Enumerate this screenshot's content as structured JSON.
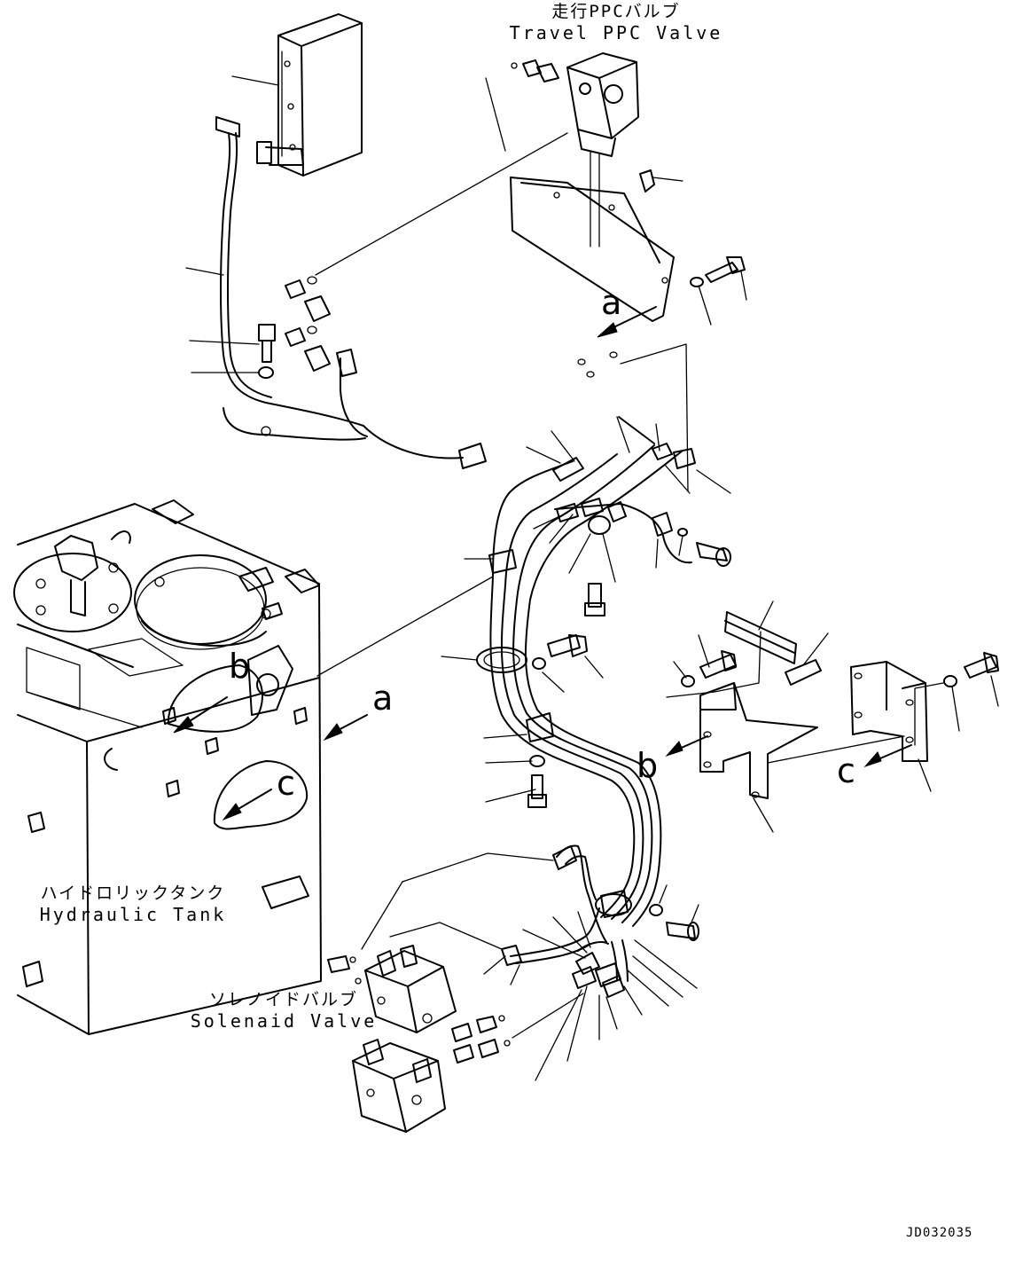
{
  "labels": {
    "travel_ppc_valve": {
      "ja": "走行PPCバルブ",
      "en": "Travel PPC Valve"
    },
    "hydraulic_tank": {
      "ja": "ハイドロリックタンク",
      "en": "Hydraulic Tank"
    },
    "solenoid_valve": {
      "ja": "ソレノイドバルブ",
      "en": "Solenaid Valve"
    }
  },
  "reference_letters": {
    "a": "a",
    "b": "b",
    "c": "c"
  },
  "drawing_code": "JD032035"
}
